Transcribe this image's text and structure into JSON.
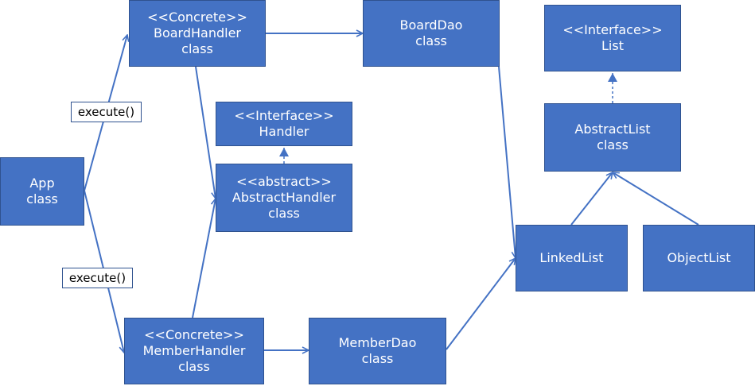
{
  "colors": {
    "box_fill": "#4472C4",
    "box_border": "#2F528F",
    "box_text": "#FFFFFF",
    "edge": "#4472C4"
  },
  "nodes": {
    "board_handler": {
      "lines": [
        "<<Concrete>>",
        "BoardHandler",
        "class"
      ]
    },
    "board_dao": {
      "lines": [
        "BoardDao",
        "class"
      ]
    },
    "list_interface": {
      "lines": [
        "<<Interface>>",
        "List"
      ]
    },
    "handler_interface": {
      "lines": [
        "<<Interface>>",
        "Handler"
      ]
    },
    "abstract_handler": {
      "lines": [
        "<<abstract>>",
        "AbstractHandler",
        "class"
      ]
    },
    "abstract_list": {
      "lines": [
        "AbstractList",
        "class"
      ]
    },
    "app": {
      "lines": [
        "App",
        "class"
      ]
    },
    "linked_list": {
      "lines": [
        "LinkedList"
      ]
    },
    "object_list": {
      "lines": [
        "ObjectList"
      ]
    },
    "member_handler": {
      "lines": [
        "<<Concrete>>",
        "MemberHandler",
        "class"
      ]
    },
    "member_dao": {
      "lines": [
        "MemberDao",
        "class"
      ]
    }
  },
  "edge_labels": {
    "execute_top": "execute()",
    "execute_bottom": "execute()"
  }
}
